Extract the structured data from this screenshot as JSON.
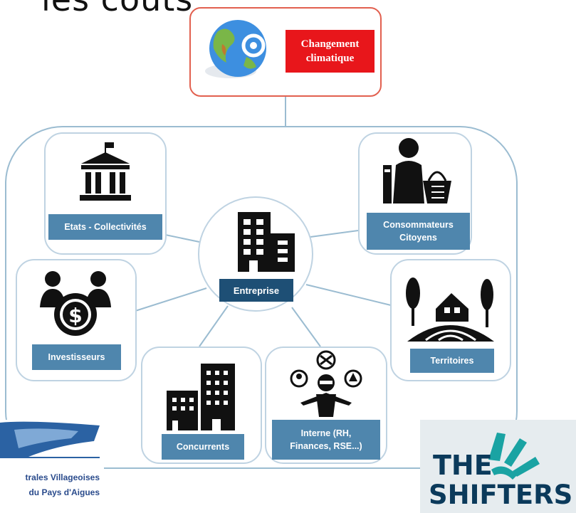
{
  "title_fragment": "les coûts",
  "top_node": {
    "label_line1": "Changement",
    "label_line2": "climatique",
    "icon": "earth-globe-icon",
    "color": "#e8161b"
  },
  "center_node": {
    "label": "Entreprise",
    "icon": "office-building-icon",
    "color": "#1e4f75"
  },
  "nodes": {
    "etats": {
      "label": "Etats - Collectivités",
      "icon": "government-building-icon"
    },
    "consommateurs": {
      "label_line1": "Consommateurs",
      "label_line2": "Citoyens",
      "icon": "shopper-with-basket-icon"
    },
    "investisseurs": {
      "label": "Investisseurs",
      "icon": "investor-group-dollar-icon"
    },
    "territoires": {
      "label": "Territoires",
      "icon": "landscape-trees-house-icon"
    },
    "concurrents": {
      "label": "Concurrents",
      "icon": "city-buildings-icon"
    },
    "interne": {
      "label_line1": "Interne (RH,",
      "label_line2": "Finances, RSE...)",
      "icon": "manager-with-icons-icon"
    }
  },
  "label_color": "#4f86ad",
  "line_color": "#9bbcd1",
  "logo_left": {
    "line1": "trales Villageoises",
    "line2": "du Pays d'Aigues"
  },
  "logo_right": {
    "line1": "THE",
    "line2": "SHIFTERS",
    "accent": "#1aa3a3"
  }
}
